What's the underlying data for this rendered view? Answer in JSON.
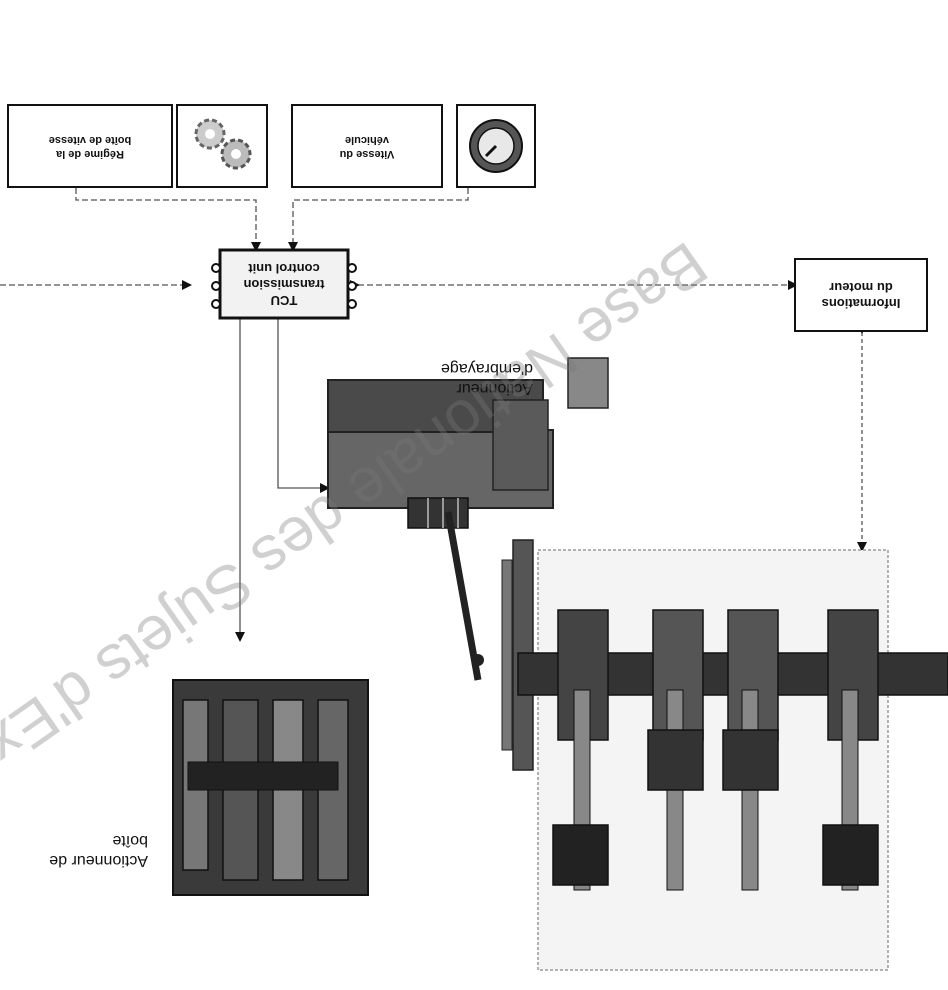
{
  "boxes": {
    "regime": {
      "line1": "Régime de la",
      "line2": "boîte de vitesse"
    },
    "vitesse": {
      "line1": "Vitesse du",
      "line2": "véhicule"
    },
    "moteur_info": {
      "line1": "Informations",
      "line2": "du moteur"
    },
    "tcu": {
      "line1": "TCU",
      "line2": "transmission",
      "line3": "control unit"
    }
  },
  "labels": {
    "clutch_actuator": {
      "line1": "Actionneur",
      "line2": "d'embrayage"
    },
    "gearbox_actuator": {
      "line1": "Actionneur de",
      "line2": "boîte"
    }
  },
  "watermark": "Base Nationale des Sujets d'Examens",
  "icons": [
    "gear-icon",
    "speedometer-icon",
    "gearbox-actuator-icon",
    "clutch-actuator-icon",
    "engine-crankshaft-icon"
  ]
}
